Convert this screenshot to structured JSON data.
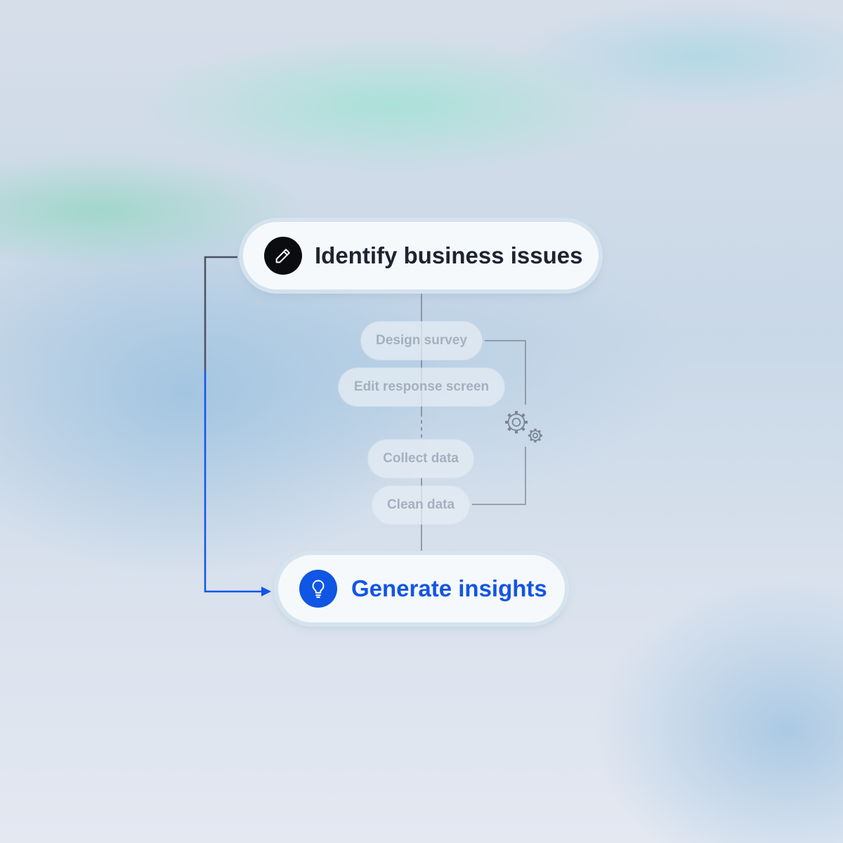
{
  "nodes": {
    "start": {
      "label": "Identify business issues",
      "icon": "pencil-icon"
    },
    "end": {
      "label": "Generate insights",
      "icon": "lightbulb-icon"
    }
  },
  "steps": [
    {
      "label": "Design survey"
    },
    {
      "label": "Edit response screen"
    },
    {
      "label": "Collect data"
    },
    {
      "label": "Clean data"
    }
  ],
  "process_icon": "gears-icon",
  "colors": {
    "accent": "#1255e6",
    "dark": "#0b0c10",
    "muted_text": "#a5b0bf",
    "connector": "#5c6470"
  }
}
